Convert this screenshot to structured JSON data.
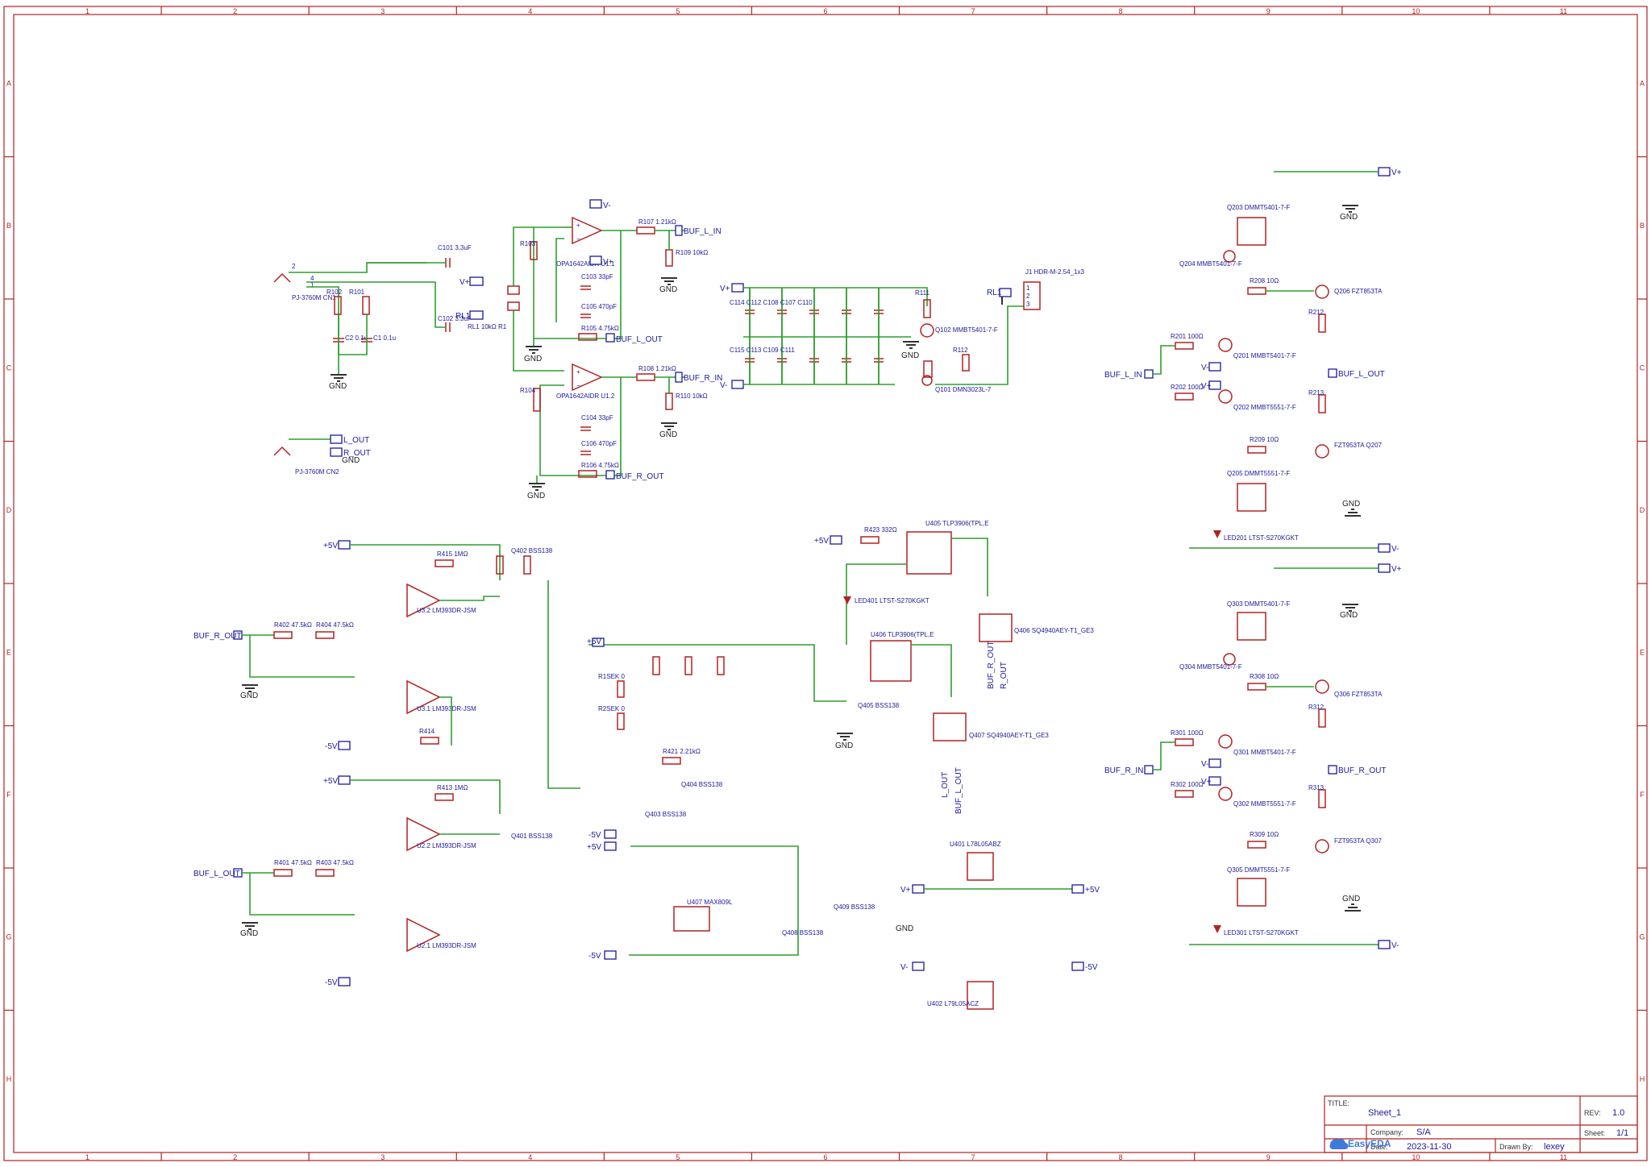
{
  "frame": {
    "columns": [
      "1",
      "2",
      "3",
      "4",
      "5",
      "6",
      "7",
      "8",
      "9",
      "10",
      "11"
    ],
    "rows": [
      "A",
      "B",
      "C",
      "D",
      "E",
      "F",
      "G",
      "H"
    ]
  },
  "title_block": {
    "title_key": "TITLE:",
    "title": "Sheet_1",
    "rev_key": "REV:",
    "rev": "1.0",
    "company_key": "Company:",
    "company": "S/A",
    "sheet_key": "Sheet:",
    "sheet": "1/1",
    "date_key": "Date:",
    "date": "2023-11-30",
    "drawn_key": "Drawn By:",
    "drawn": "lexey",
    "logo": "EasyEDA"
  },
  "nets": {
    "buf_l_in": "BUF_L_IN",
    "buf_r_in": "BUF_R_IN",
    "buf_l_out": "BUF_L_OUT",
    "buf_r_out": "BUF_R_OUT",
    "l_out": "L_OUT",
    "r_out": "R_OUT",
    "vplus": "V+",
    "vminus": "V-",
    "p5v": "+5V",
    "m5v": "-5V",
    "gnd": "GND",
    "rl1": "RL1"
  },
  "components": {
    "cn1": "PJ-3760M\nCN1",
    "cn2": "PJ-3760M\nCN2",
    "u1_1": "OPA1642AIDR\nU1.1",
    "u1_2": "OPA1642AIDR\nU1.2",
    "j1": "J1\nHDR-M-2.54_1x3",
    "q102": "Q102\nMMBT5401-7-F",
    "q101": "Q101\nDMN3023L-7",
    "u3_2": "U3.2\nLM393DR-JSM",
    "u3_1": "U3.1\nLM393DR-JSM",
    "u2_2": "U2.2\nLM393DR-JSM",
    "u2_1": "U2.1\nLM393DR-JSM",
    "u405": "U405\nTLP3906(TPL,E",
    "u406": "U406\nTLP3906(TPL,E",
    "q406": "Q406\nSQ4940AEY-T1_GE3",
    "q407": "Q407\nSQ4940AEY-T1_GE3",
    "led401": "LED401\nLTST-S270KGKT",
    "u407": "U407\nMAX809L",
    "u401": "U401\nL78L05ABZ",
    "u402": "U402\nL79L05ACZ",
    "q203": "Q203\nDMMT5401-7-F",
    "q204": "Q204\nMMBT5401-7-F",
    "q206": "Q206\nFZT853TA",
    "q201": "Q201\nMMBT5401-7-F",
    "q202": "Q202\nMMBT5551-7-F",
    "q207": "FZT953TA\nQ207",
    "q205": "Q205\nDMMT5551-7-F",
    "led201": "LED201\nLTST-S270KGKT",
    "q303": "Q303\nDMMT5401-7-F",
    "q304": "Q304\nMMBT5401-7-F",
    "q306": "Q306\nFZT853TA",
    "q301": "Q301\nMMBT5401-7-F",
    "q302": "Q302\nMMBT5551-7-F",
    "q307": "FZT953TA\nQ307",
    "q305": "Q305\nDMMT5551-7-F",
    "led301": "LED301\nLTST-S270KGKT"
  },
  "labels": {
    "c101": "C101\n3.3uF",
    "c102": "C102\n3.3uF",
    "r102": "R102",
    "r101": "R101",
    "c2": "C2\n0.1u",
    "c1": "C1\n0.1u",
    "r1": "RL1\n10kΩ\nR1",
    "r103": "R103",
    "r104": "R104",
    "r107": "R107\n1.21kΩ",
    "r109": "R109\n10kΩ",
    "c103": "C103\n33pF",
    "c105": "C105\n470pF",
    "r105": "R105\n4.75kΩ",
    "r108": "R108\n1.21kΩ",
    "r110": "R110\n10kΩ",
    "c104": "C104\n33pF",
    "c106": "C106\n470pF",
    "r106": "R106\n4.75kΩ",
    "caps_top": "C114 C112 C108 C107 C110",
    "caps_bot": "C115 C113 C109 C111",
    "r111": "R111",
    "r112": "R112",
    "r201": "R201\n100Ω",
    "r202": "R202\n100Ω",
    "r208": "R208\n10Ω",
    "r209": "R209\n10Ω",
    "r301": "R301\n100Ω",
    "r302": "R302\n100Ω",
    "r308": "R308\n10Ω",
    "r309": "R309\n10Ω",
    "r402": "R402\n47.5kΩ",
    "r404": "R404\n47.5kΩ",
    "r401": "R401\n47.5kΩ",
    "r403": "R403\n47.5kΩ",
    "r415": "R415\n1MΩ",
    "r413": "R413\n1MΩ",
    "r423": "R423\n332Ω",
    "r421": "R421\n2.21kΩ",
    "r1sek": "R1SEK\n0",
    "r2sek": "R2SEK\n0",
    "q402": "Q402\nBSS138",
    "q401": "Q401\nBSS138",
    "q405": "Q405\nBSS138",
    "q404": "Q404\nBSS138",
    "q403": "Q403\nBSS138",
    "q408": "Q408\nBSS138",
    "q409": "Q409\nBSS138"
  }
}
